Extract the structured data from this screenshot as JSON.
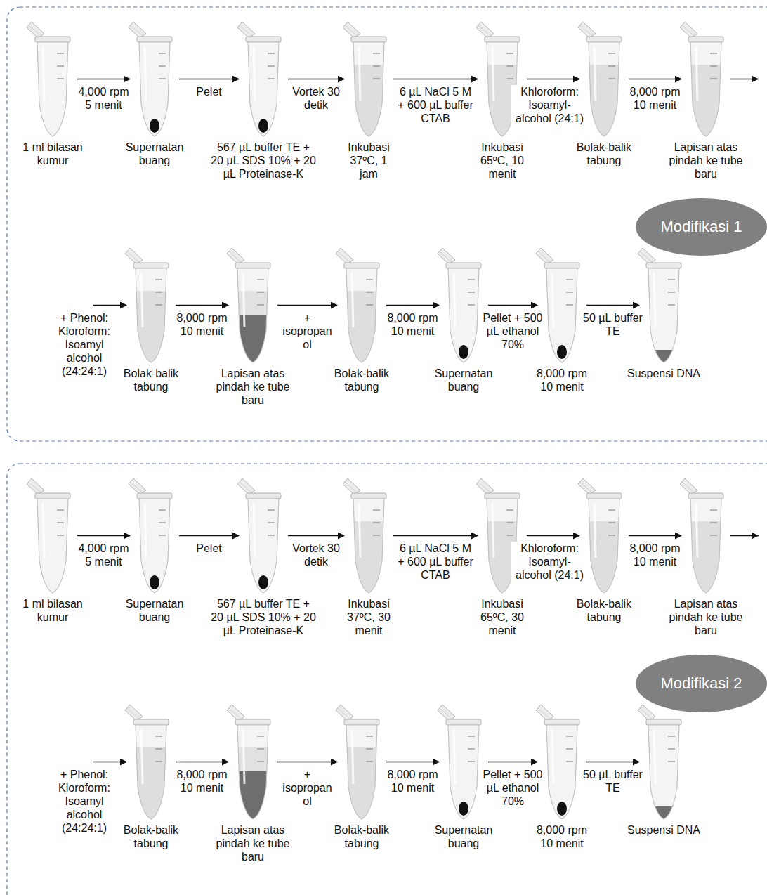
{
  "diagram": {
    "nodes": [
      {
        "text": [
          "1 ml bilasan kumur"
        ]
      },
      {
        "text": [
          "Supernatan buang"
        ]
      },
      {
        "text": [
          "567 µL buffer TE + 20 µL SDS 10% + 20 µL Proteinase-K"
        ]
      },
      {
        "text": [
          "Inkubasi 37ºC, 1 jam"
        ]
      },
      {
        "text": [
          "Inkubasi 65ºC, 10 menit"
        ]
      },
      {
        "text": [
          "Bolak-balik tabung"
        ]
      },
      {
        "text": [
          "Lapisan atas pindah ke tube baru"
        ]
      },
      {
        "text": [
          "Modifikasi 1"
        ]
      },
      {
        "text": [
          "Bolak-balik tabung"
        ]
      },
      {
        "text": [
          "Lapisan atas pindah ke tube baru"
        ]
      },
      {
        "text": [
          "Bolak-balik tabung"
        ]
      },
      {
        "text": [
          "Supernatan buang"
        ]
      },
      {
        "text": [
          "8,000 rpm 10 menit"
        ]
      },
      {
        "text": [
          "Suspensi DNA"
        ]
      },
      {
        "text": [
          "1 ml bilasan kumur"
        ]
      },
      {
        "text": [
          "Supernatan buang"
        ]
      },
      {
        "text": [
          "567 µL buffer TE + 20 µL SDS 10% + 20 µL Proteinase-K"
        ]
      },
      {
        "text": [
          "Inkubasi 37ºC, 30 menit"
        ]
      },
      {
        "text": [
          "Inkubasi 65ºC, 30 menit"
        ]
      },
      {
        "text": [
          "Bolak-balik tabung"
        ]
      },
      {
        "text": [
          "Lapisan atas pindah ke tube baru"
        ]
      },
      {
        "text": [
          "Modifikasi 2"
        ]
      },
      {
        "text": [
          "Bolak-balik tabung"
        ]
      },
      {
        "text": [
          "Lapisan atas pindah ke tube baru"
        ]
      },
      {
        "text": [
          "Bolak-balik tabung"
        ]
      },
      {
        "text": [
          "Supernatan buang"
        ]
      },
      {
        "text": [
          "8,000 rpm 10 menit"
        ]
      },
      {
        "text": [
          "Suspensi DNA"
        ]
      }
    ],
    "edges": [
      {
        "from": 0,
        "to": 1,
        "arrow": "to",
        "label": "4,000 rpm 5 menit"
      },
      {
        "from": 1,
        "to": 2,
        "arrow": "to",
        "label": "Pelet"
      },
      {
        "from": 2,
        "to": 3,
        "arrow": "to",
        "label": "Vortek 30 detik"
      },
      {
        "from": 3,
        "to": 4,
        "arrow": "to",
        "label": "6 µL NaCl 5 M + 600 µL buffer CTAB"
      },
      {
        "from": 4,
        "to": 5,
        "arrow": "to",
        "label": "Khloroform: Isoamyl- alcohol (24:1)"
      },
      {
        "from": 5,
        "to": 6,
        "arrow": "to",
        "label": "8,000 rpm 10 menit"
      },
      {
        "from": 6,
        "to": 8,
        "arrow": "to",
        "label": "+ Phenol: Kloroform: Isoamyl alcohol (24:24:1)"
      },
      {
        "from": 8,
        "to": 9,
        "arrow": "to",
        "label": "8,000 rpm 10 menit"
      },
      {
        "from": 9,
        "to": 10,
        "arrow": "to",
        "label": "+ isopropan ol"
      },
      {
        "from": 10,
        "to": 11,
        "arrow": "to",
        "label": "8,000 rpm 10 menit"
      },
      {
        "from": 11,
        "to": 12,
        "arrow": "to",
        "label": "Pellet + 500 µL ethanol 70%"
      },
      {
        "from": 12,
        "to": 13,
        "arrow": "to",
        "label": "50 µL buffer TE"
      },
      {
        "from": 14,
        "to": 15,
        "arrow": "to",
        "label": "4,000 rpm 5 menit"
      },
      {
        "from": 15,
        "to": 16,
        "arrow": "to",
        "label": "Pelet"
      },
      {
        "from": 16,
        "to": 17,
        "arrow": "to",
        "label": "Vortek 30 detik"
      },
      {
        "from": 17,
        "to": 18,
        "arrow": "to",
        "label": "6 µL NaCl 5 M + 600 µL buffer CTAB"
      },
      {
        "from": 18,
        "to": 19,
        "arrow": "to",
        "label": "Khloroform: Isoamyl- alcohol (24:1)"
      },
      {
        "from": 19,
        "to": 20,
        "arrow": "to",
        "label": "8,000 rpm 10 menit"
      },
      {
        "from": 20,
        "to": 22,
        "arrow": "to",
        "label": "+ Phenol: Kloroform: Isoamyl alcohol (24:24:1)"
      },
      {
        "from": 22,
        "to": 23,
        "arrow": "to",
        "label": "8,000 rpm 10 menit"
      },
      {
        "from": 23,
        "to": 24,
        "arrow": "to",
        "label": "+ isopropan ol"
      },
      {
        "from": 24,
        "to": 25,
        "arrow": "to",
        "label": "8,000 rpm 10 menit"
      },
      {
        "from": 25,
        "to": 26,
        "arrow": "to",
        "label": "Pellet + 500 µL ethanol 70%"
      },
      {
        "from": 26,
        "to": 27,
        "arrow": "to",
        "label": "50 µL buffer TE"
      }
    ]
  }
}
